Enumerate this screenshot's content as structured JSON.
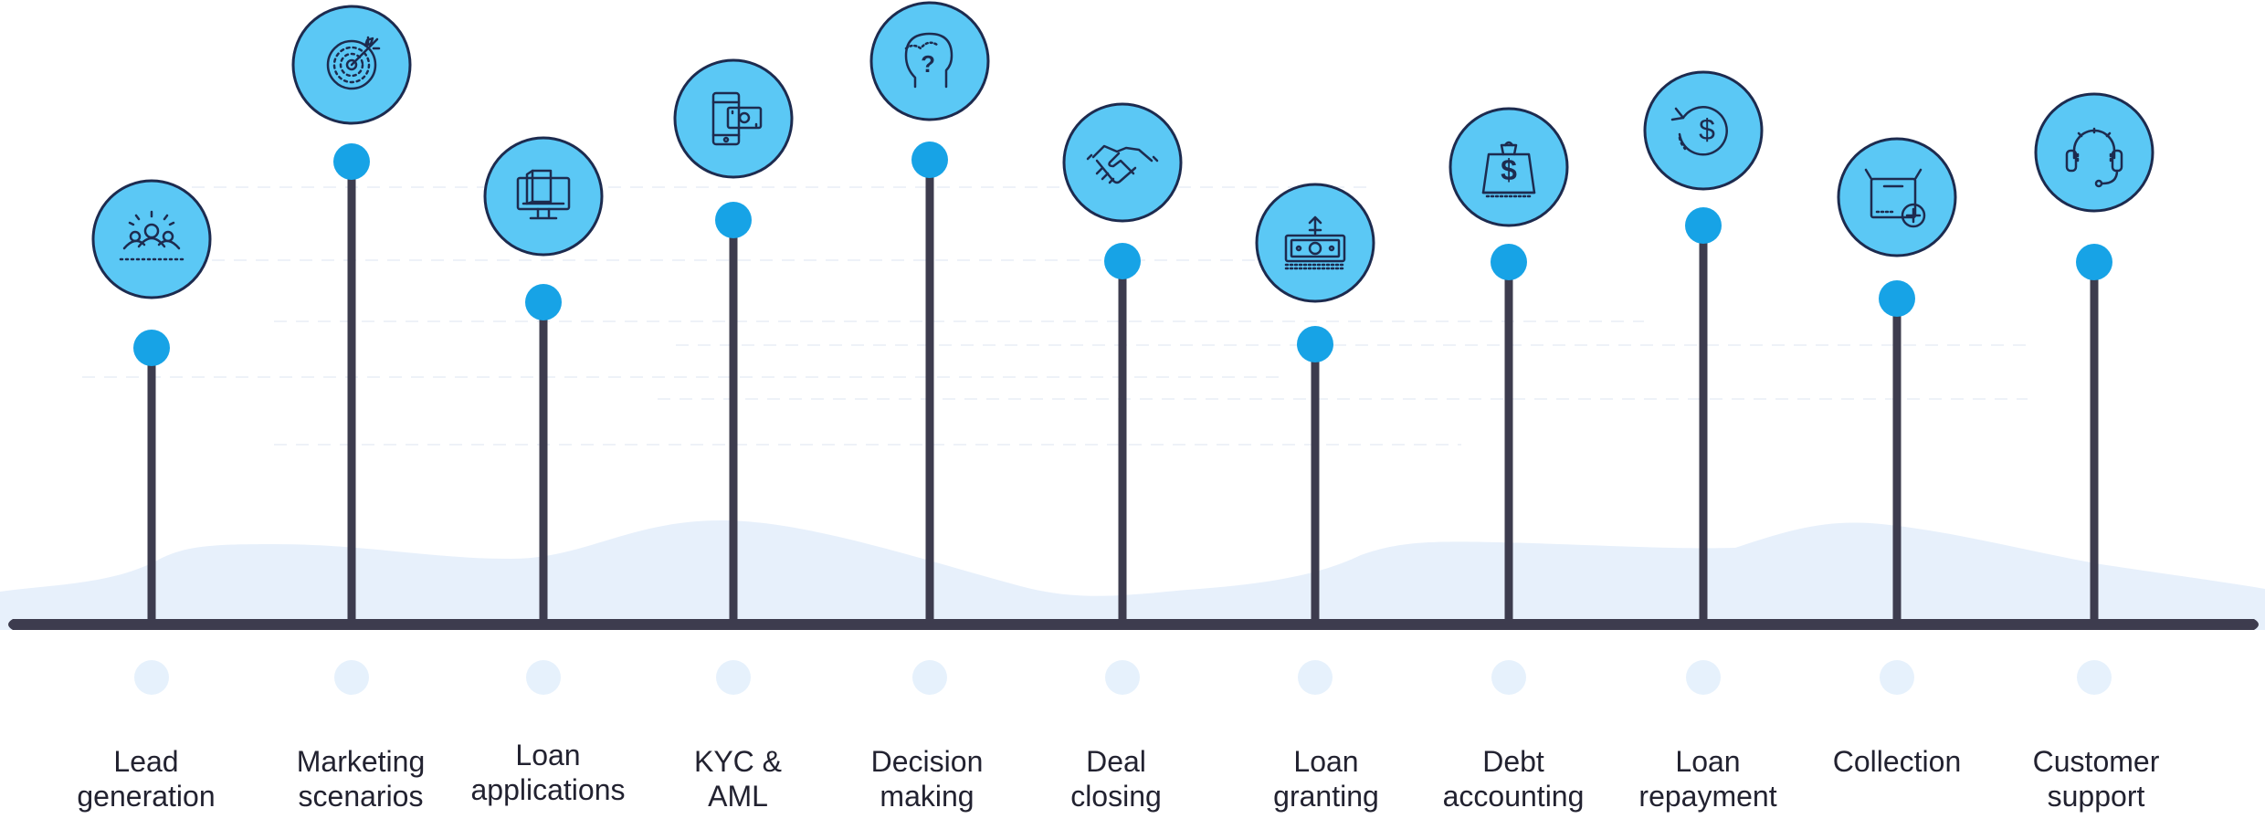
{
  "colors": {
    "line": "#3d3c4e",
    "dot": "#17a3e6",
    "icon_fill": "#5bc8f5",
    "icon_stroke": "#1d2b4f",
    "hill": "#e7f0fb",
    "foot_dot": "#e6f1fc",
    "text": "#222230"
  },
  "steps": [
    {
      "line1": "Lead",
      "line2": "generation",
      "icon": "people-icon"
    },
    {
      "line1": "Marketing",
      "line2": "scenarios",
      "icon": "target-icon"
    },
    {
      "line1": "Loan",
      "line2": "applications",
      "icon": "monitor-icon"
    },
    {
      "line1": "KYC &",
      "line2": "AML",
      "icon": "phone-money-icon"
    },
    {
      "line1": "Decision",
      "line2": "making",
      "icon": "head-question-icon"
    },
    {
      "line1": "Deal",
      "line2": "closing",
      "icon": "handshake-icon"
    },
    {
      "line1": "Loan",
      "line2": "granting",
      "icon": "money-stack-icon"
    },
    {
      "line1": "Debt",
      "line2": "accounting",
      "icon": "money-bag-icon"
    },
    {
      "line1": "Loan",
      "line2": "repayment",
      "icon": "dollar-cycle-icon"
    },
    {
      "line1": "Collection",
      "line2": "",
      "icon": "box-add-icon"
    },
    {
      "line1": "Customer",
      "line2": "support",
      "icon": "headset-icon"
    }
  ]
}
